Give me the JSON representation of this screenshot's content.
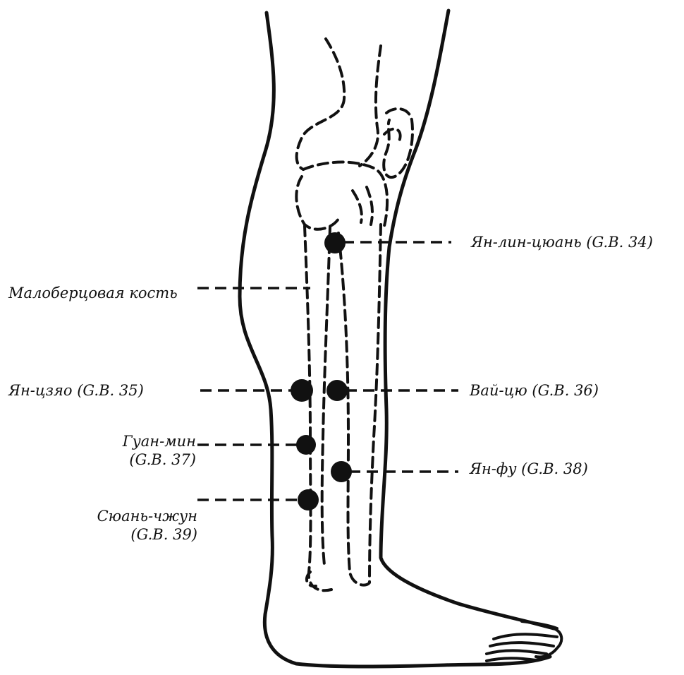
{
  "diagram": {
    "colors": {
      "ink": "#111111",
      "background": "#ffffff"
    },
    "labels": {
      "gb34": "Ян-лин-цюань (G.B. 34)",
      "fibula": "Малоберцовая кость",
      "gb35": "Ян-цзяо (G.B. 35)",
      "gb36": "Вай-цю (G.B. 36)",
      "gb37_line1": "Гуан-мин",
      "gb37_line2": "(G.B. 37)",
      "gb38": "Ян-фу (G.B. 38)",
      "gb39_line1": "Сюань-чжун",
      "gb39_line2": "(G.B. 39)"
    }
  }
}
